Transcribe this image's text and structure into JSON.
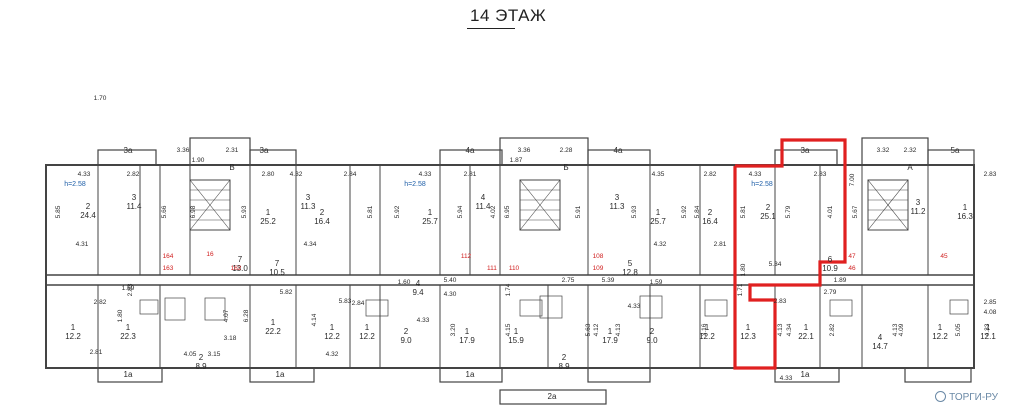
{
  "header": {
    "title": "14 ЭТАЖ"
  },
  "watermark": {
    "text": "ТОРГИ-РУ"
  },
  "colors": {
    "highlight": "#e02020",
    "wall": "#444444",
    "label": "#2a2a2a",
    "ceiling": "#1f5fa8",
    "axis": "#d02020"
  },
  "legend": {
    "ceiling_height": "h=2.58"
  },
  "balconies": [
    "3а",
    "3а",
    "4а",
    "4а",
    "3а",
    "5а",
    "1а",
    "1а",
    "1а",
    "2а",
    "1а"
  ],
  "stair_marks": [
    "В",
    "Б",
    "А"
  ],
  "rooms": [
    {
      "no": "2",
      "area": "24.4"
    },
    {
      "no": "3",
      "area": "11.4"
    },
    {
      "no": "1",
      "area": "25.2"
    },
    {
      "no": "2",
      "area": "16.4"
    },
    {
      "no": "1",
      "area": "25.7"
    },
    {
      "no": "4",
      "area": "11.4"
    },
    {
      "no": "3",
      "area": "11.3"
    },
    {
      "no": "3",
      "area": "11.3"
    },
    {
      "no": "1",
      "area": "25.7"
    },
    {
      "no": "2",
      "area": "16.4"
    },
    {
      "no": "2",
      "area": "25.1"
    },
    {
      "no": "3",
      "area": "11.2"
    },
    {
      "no": "1",
      "area": "16.3"
    },
    {
      "no": "1",
      "area": "12.2"
    },
    {
      "no": "1",
      "area": "22.3"
    },
    {
      "no": "1",
      "area": "22.2"
    },
    {
      "no": "1",
      "area": "12.2"
    },
    {
      "no": "1",
      "area": "12.2"
    },
    {
      "no": "2",
      "area": "9.0"
    },
    {
      "no": "1",
      "area": "17.9"
    },
    {
      "no": "1",
      "area": "15.9"
    },
    {
      "no": "1",
      "area": "17.9"
    },
    {
      "no": "2",
      "area": "9.0"
    },
    {
      "no": "1",
      "area": "12.2"
    },
    {
      "no": "1",
      "area": "12.3"
    },
    {
      "no": "1",
      "area": "22.1"
    },
    {
      "no": "4",
      "area": "14.7"
    },
    {
      "no": "1",
      "area": "12.2"
    },
    {
      "no": "1",
      "area": "12.1"
    },
    {
      "no": "7",
      "area": "13.0"
    },
    {
      "no": "6",
      "area": "10.9"
    },
    {
      "no": "7",
      "area": "10.5"
    },
    {
      "no": "4",
      "area": "9.4"
    },
    {
      "no": "5",
      "area": "12.8"
    },
    {
      "no": "2",
      "area": "8.9"
    },
    {
      "no": "2",
      "area": "8.9"
    }
  ],
  "dims": [
    "4.33",
    "2.82",
    "3.36",
    "2.31",
    "1.90",
    "2.80",
    "4.32",
    "2.84",
    "4.33",
    "2.81",
    "1.87",
    "3.36",
    "2.28",
    "4.35",
    "2.82",
    "4.33",
    "2.83",
    "3.32",
    "2.32",
    "2.83",
    "5.85",
    "5.66",
    "4.31",
    "6.98",
    "5.93",
    "4.34",
    "5.81",
    "5.92",
    "5.94",
    "4.02",
    "6.95",
    "5.91",
    "5.93",
    "5.92",
    "5.84",
    "5.81",
    "5.79",
    "4.01",
    "5.67",
    "4.32",
    "2.81",
    "7.00",
    "5.34",
    "1.80",
    "2.83",
    "5.40",
    "4.30",
    "2.75",
    "5.39",
    "4.33",
    "2.84",
    "2.82",
    "1.69",
    "1.80",
    "4.07",
    "4.14",
    "5.83",
    "4.32",
    "4.33",
    "3.20",
    "4.15",
    "5.63",
    "4.12",
    "4.13",
    "3.16",
    "4.13",
    "4.33",
    "2.82",
    "4.13",
    "4.09",
    "5.05",
    "4.33",
    "4.08",
    "2.85",
    "2.79",
    "1.89",
    "6.28",
    "4.05",
    "3.15",
    "3.18",
    "2.81",
    "4.34",
    "5.82",
    "2.83",
    "1.60",
    "1.74",
    "1.59",
    "1.71",
    "1.70"
  ],
  "axes": [
    "164",
    "163",
    "16",
    "162",
    "112",
    "111",
    "110",
    "108",
    "109",
    "47",
    "46",
    "45"
  ]
}
